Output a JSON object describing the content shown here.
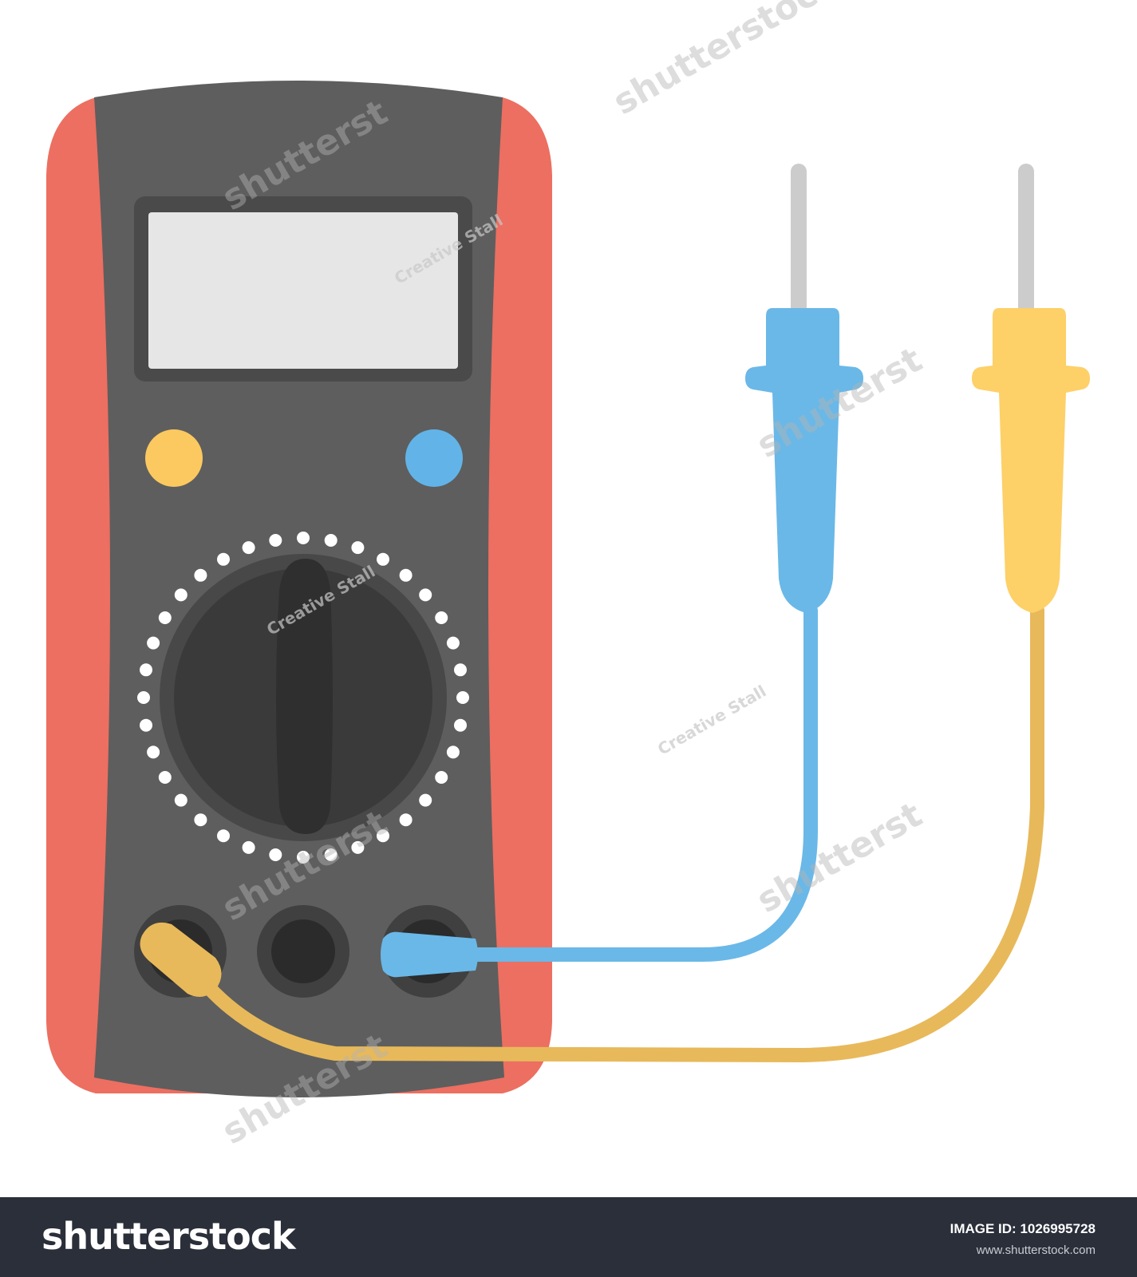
{
  "image": {
    "subject": "digital-multimeter-icon",
    "colors": {
      "body_frame": "#ec6f61",
      "body_face": "#5e5e5e",
      "display_bezel": "#4a4a4a",
      "display_screen": "#e6e6e6",
      "knob_ring": "#484848",
      "knob_center": "#3a3a3a",
      "knob_pointer": "#2f2f2f",
      "dots": "#ffffff",
      "button_left": "#fcc960",
      "button_right": "#62b4e8",
      "jack_outer": "#404040",
      "jack_inner": "#2b2b2b",
      "probe_blue": "#6ab8e8",
      "probe_yellow": "#fdd068",
      "lead_yellow": "#e8b95a",
      "probe_tip": "#cccccc"
    }
  },
  "watermarks": {
    "stock": "shutterstock",
    "stock_partial": "shutterst",
    "author": "Creative Stall"
  },
  "footer": {
    "logo": "shutterstock",
    "image_id_label": "IMAGE ID:",
    "image_id_value": "1026995728",
    "site": "www.shutterstock.com"
  }
}
